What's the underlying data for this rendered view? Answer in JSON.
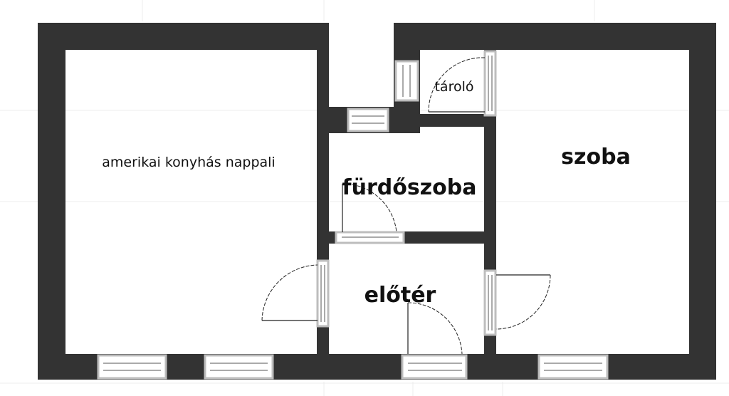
{
  "plan": {
    "rooms": [
      {
        "id": "nappali",
        "label": "amerikai konyhás nappali"
      },
      {
        "id": "szoba",
        "label": "szoba"
      },
      {
        "id": "furdo",
        "label": "fürdőszoba"
      },
      {
        "id": "eloter",
        "label": "előtér"
      },
      {
        "id": "tarolo",
        "label": "tároló"
      }
    ],
    "colors": {
      "wall": "#333333",
      "window_frame": "#bdbdbd",
      "background": "#ffffff"
    }
  }
}
